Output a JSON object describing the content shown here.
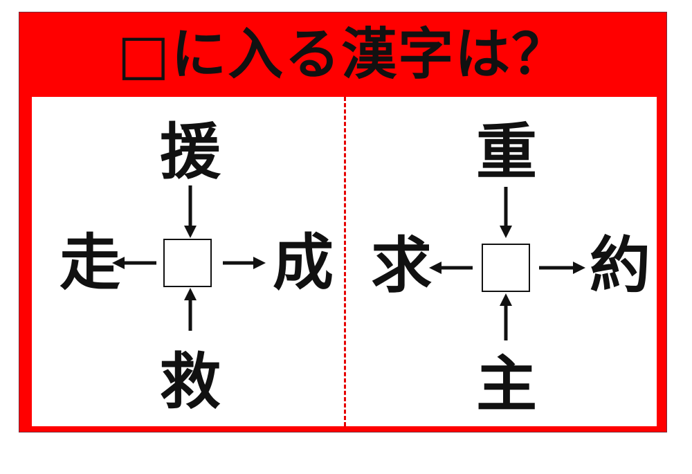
{
  "title": "□に入る漢字は？",
  "puzzles": [
    {
      "top": "援",
      "left": "走",
      "right": "成",
      "bottom": "救"
    },
    {
      "top": "重",
      "left": "求",
      "right": "約",
      "bottom": "主"
    }
  ],
  "colors": {
    "frame": "#ff0000",
    "divider": "#e60000",
    "text": "#111111"
  }
}
